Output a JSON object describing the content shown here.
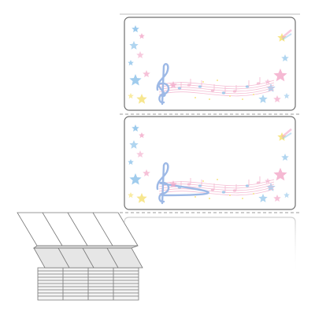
{
  "product": {
    "kind": "fanfold-label-sheet",
    "theme": "music-notes-and-stars",
    "colors": {
      "background": "#ffffff",
      "label_border": "#6f6f6f",
      "sheet_edge": "#bdbdbd",
      "perforation": "#9a9a9a",
      "star_pink": "#f2a7c8",
      "star_blue": "#8fc3ea",
      "star_yellow": "#f6e27a",
      "staff": "#f3b6cf",
      "clef": "#9db9e6"
    },
    "labels": [
      {
        "design": "music-stars"
      },
      {
        "design": "music-stars"
      }
    ]
  }
}
